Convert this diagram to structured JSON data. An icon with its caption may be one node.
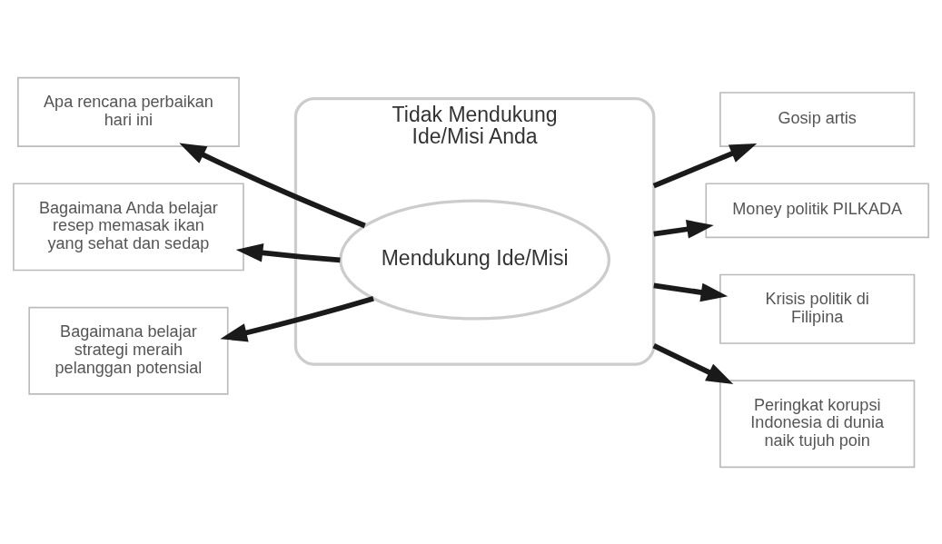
{
  "diagram": {
    "nodes": [
      {
        "text": [
          "Tidak Mendukung Ide/Misi Anda"
        ]
      },
      {
        "text": [
          "Mendukung Ide/Misi"
        ],
        "in": 0
      },
      {
        "text": [
          "Apa rencana perbaikan hari ini"
        ]
      },
      {
        "text": [
          "Gosip artis"
        ]
      },
      {
        "text": [
          "Money politik PILKADA"
        ]
      },
      {
        "text": [
          "Bagaimana Anda belajar resep memasak ikan yang sehat dan sedap"
        ]
      },
      {
        "text": [
          "Krisis politik di Filipina"
        ]
      },
      {
        "text": [
          "Peringkat korupsi Indonesia di dunia naik tujuh poin"
        ]
      },
      {
        "text": [
          "Bagaimana belajar strategi meraih pelanggan potensial"
        ]
      }
    ],
    "edges": [
      {
        "from": 1,
        "to": 2,
        "arrow": "to"
      },
      {
        "from": 1,
        "to": 5,
        "arrow": "to"
      },
      {
        "from": 1,
        "to": 8,
        "arrow": "to"
      },
      {
        "from": 0,
        "to": 3,
        "arrow": "to"
      },
      {
        "from": 0,
        "to": 4,
        "arrow": "to"
      },
      {
        "from": 0,
        "to": 6,
        "arrow": "to"
      },
      {
        "from": 0,
        "to": 7,
        "arrow": "to"
      }
    ]
  }
}
